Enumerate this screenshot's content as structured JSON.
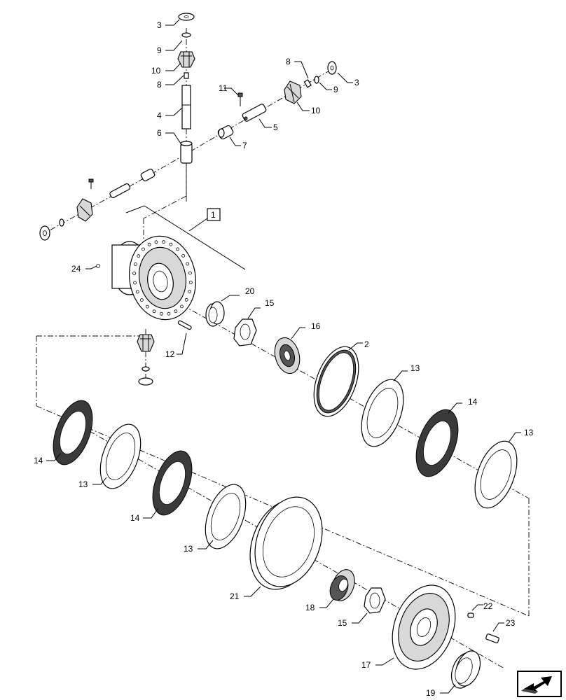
{
  "callouts": {
    "c3a": "3",
    "c9a": "9",
    "c10a": "10",
    "c8a": "8",
    "c4": "4",
    "c6": "6",
    "c8b": "8",
    "c11": "11",
    "c9b": "9",
    "c3b": "3",
    "c10b": "10",
    "c5": "5",
    "c7": "7",
    "c1": "1",
    "c24": "24",
    "c20": "20",
    "c15a": "15",
    "c16": "16",
    "c12": "12",
    "c2": "2",
    "c13a": "13",
    "c14a": "14",
    "c13b": "13",
    "c14b": "14",
    "c13c": "13",
    "c14c": "14",
    "c13d": "13",
    "c21": "21",
    "c18": "18",
    "c15b": "15",
    "c22": "22",
    "c23": "23",
    "c17": "17",
    "c19": "19"
  },
  "nav_icon": "arrow-icon"
}
